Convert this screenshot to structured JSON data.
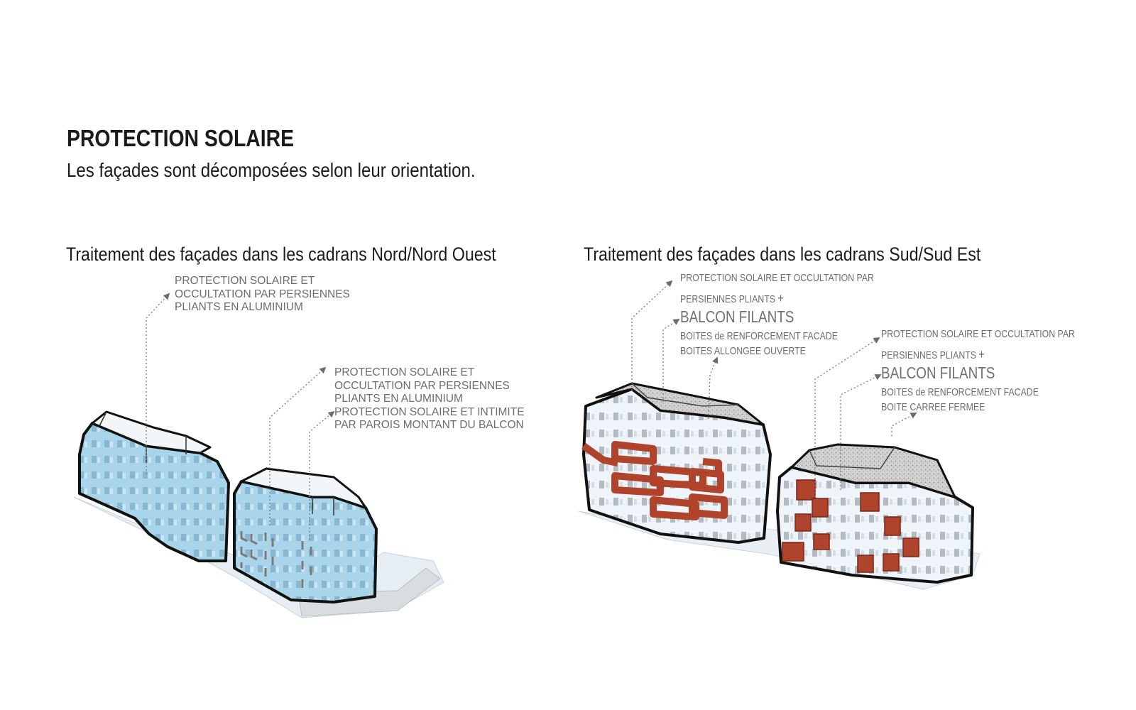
{
  "header": {
    "title": "PROTECTION SOLAIRE",
    "subtitle": "Les façades sont décomposées selon leur orientation."
  },
  "panels": {
    "left": {
      "title": "Traitement des façades dans les cadrans Nord/Nord Ouest",
      "note_a": [
        "PROTECTION SOLAIRE ET",
        "OCCULTATION PAR PERSIENNES",
        "PLIANTS EN ALUMINIUM"
      ],
      "note_b": [
        "PROTECTION SOLAIRE ET",
        "OCCULTATION PAR PERSIENNES",
        "PLIANTS EN ALUMINIUM",
        "PROTECTION SOLAIRE ET INTIMITE",
        "PAR PAROIS MONTANT DU BALCON"
      ]
    },
    "right": {
      "title": "Traitement des façades dans les cadrans Sud/Sud Est",
      "building1": {
        "line1": "PROTECTION SOLAIRE ET OCCULTATION PAR",
        "line2": "PERSIENNES PLIANTS",
        "plus": "+",
        "balcon": "BALCON FILANTS",
        "line3": "BOITES de RENFORCEMENT FACADE",
        "line4": "BOITES ALLONGEE OUVERTE"
      },
      "building2": {
        "line1": "PROTECTION SOLAIRE ET OCCULTATION PAR",
        "line2": "PERSIENNES PLIANTS",
        "plus": "+",
        "balcon": "BALCON FILANTS",
        "line3": "BOITES de RENFORCEMENT FACADE",
        "line4": "BOITE CARREE FERMEE"
      }
    }
  },
  "colors": {
    "facade_blue": "#a9d5ea",
    "facade_white": "#eef4f8",
    "balcony_red": "#b0432b",
    "outline": "#111111",
    "annotation_gray": "#6d6d6d",
    "leader_gray": "#7a7a7a"
  }
}
